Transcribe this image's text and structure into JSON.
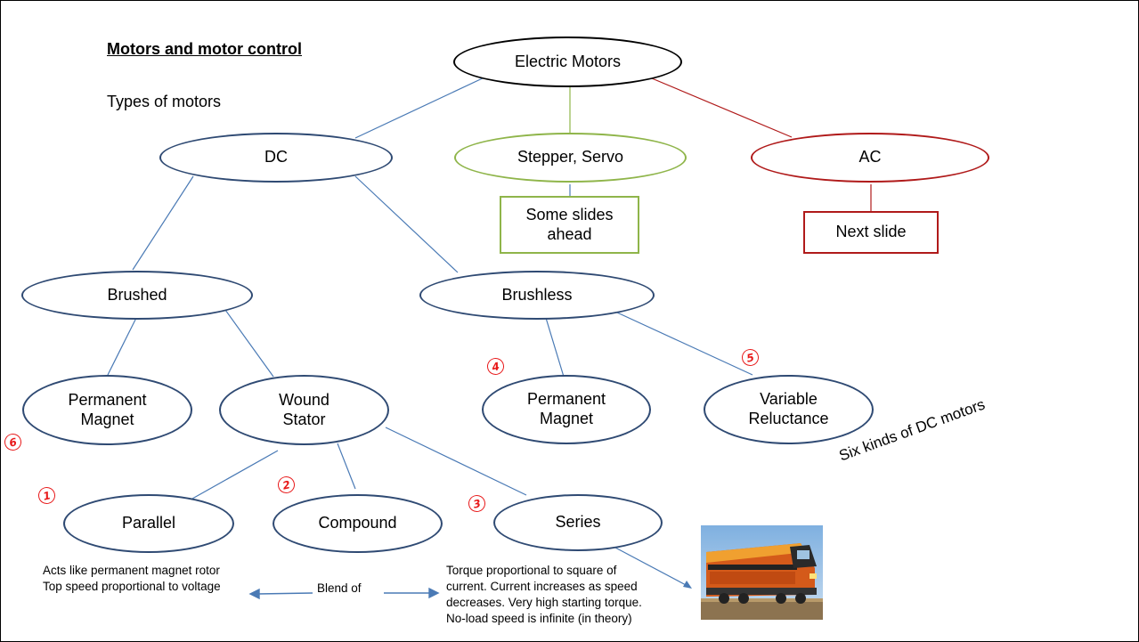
{
  "slide": {
    "title": "Motors and motor control",
    "subtitle": "Types of motors"
  },
  "nodes": {
    "root": "Electric Motors",
    "dc": "DC",
    "stepper": "Stepper, Servo",
    "ac": "AC",
    "some_slides": "Some slides\nahead",
    "next_slide": "Next slide",
    "brushed": "Brushed",
    "brushless": "Brushless",
    "brushed_pm": "Permanent\nMagnet",
    "wound_stator": "Wound\nStator",
    "brushless_pm": "Permanent\nMagnet",
    "variable_reluctance": "Variable\nReluctance",
    "parallel": "Parallel",
    "compound": "Compound",
    "series": "Series"
  },
  "annotations": {
    "badges": [
      "1",
      "2",
      "3",
      "4",
      "5",
      "6"
    ],
    "parallel_note": "Acts like permanent magnet rotor\nTop speed proportional to voltage",
    "blend": "Blend of",
    "series_note": "Torque proportional to square of\ncurrent.  Current increases as speed\ndecreases.  Very high starting torque.\nNo-load speed is infinite (in theory)",
    "six_kinds": "Six kinds of DC motors"
  },
  "colors": {
    "blue": "#2f4a73",
    "green": "#8fb54a",
    "red": "#b01a1a",
    "line_blue": "#4a7ab5",
    "badge_red": "#e8191a"
  },
  "image": {
    "icon": "train-locomotive-photo"
  }
}
